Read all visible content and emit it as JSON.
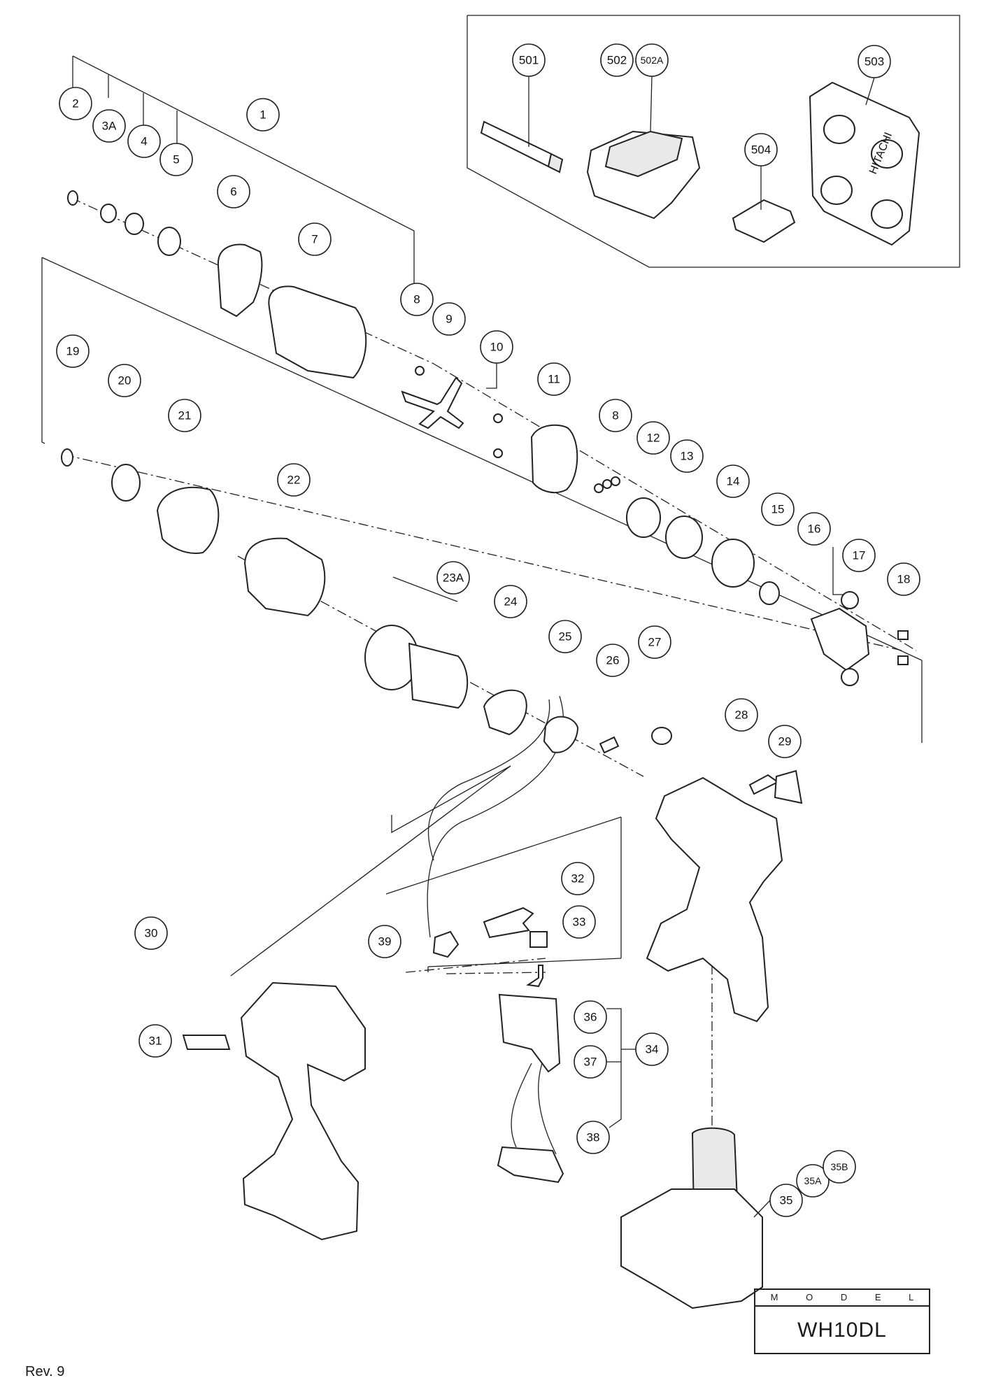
{
  "model_label": "M O D E L",
  "model_name": "WH10DL",
  "revision": "Rev. 9",
  "case_brand": "HITACHI",
  "callouts": [
    {
      "id": "501",
      "label": "501"
    },
    {
      "id": "502",
      "label": "502"
    },
    {
      "id": "502A",
      "label": "502A"
    },
    {
      "id": "503",
      "label": "503"
    },
    {
      "id": "504",
      "label": "504"
    },
    {
      "id": "1",
      "label": "1"
    },
    {
      "id": "2",
      "label": "2"
    },
    {
      "id": "3A",
      "label": "3A"
    },
    {
      "id": "4",
      "label": "4"
    },
    {
      "id": "5",
      "label": "5"
    },
    {
      "id": "6",
      "label": "6"
    },
    {
      "id": "7",
      "label": "7"
    },
    {
      "id": "8a",
      "label": "8"
    },
    {
      "id": "9",
      "label": "9"
    },
    {
      "id": "10",
      "label": "10"
    },
    {
      "id": "11",
      "label": "11"
    },
    {
      "id": "8b",
      "label": "8"
    },
    {
      "id": "12",
      "label": "12"
    },
    {
      "id": "13",
      "label": "13"
    },
    {
      "id": "14",
      "label": "14"
    },
    {
      "id": "15",
      "label": "15"
    },
    {
      "id": "16",
      "label": "16"
    },
    {
      "id": "17",
      "label": "17"
    },
    {
      "id": "18",
      "label": "18"
    },
    {
      "id": "19",
      "label": "19"
    },
    {
      "id": "20",
      "label": "20"
    },
    {
      "id": "21",
      "label": "21"
    },
    {
      "id": "22",
      "label": "22"
    },
    {
      "id": "23A",
      "label": "23A"
    },
    {
      "id": "24",
      "label": "24"
    },
    {
      "id": "25",
      "label": "25"
    },
    {
      "id": "26",
      "label": "26"
    },
    {
      "id": "27",
      "label": "27"
    },
    {
      "id": "28",
      "label": "28"
    },
    {
      "id": "29",
      "label": "29"
    },
    {
      "id": "30",
      "label": "30"
    },
    {
      "id": "31",
      "label": "31"
    },
    {
      "id": "32",
      "label": "32"
    },
    {
      "id": "33",
      "label": "33"
    },
    {
      "id": "39",
      "label": "39"
    },
    {
      "id": "36",
      "label": "36"
    },
    {
      "id": "37",
      "label": "37"
    },
    {
      "id": "34",
      "label": "34"
    },
    {
      "id": "38",
      "label": "38"
    },
    {
      "id": "35",
      "label": "35"
    },
    {
      "id": "35A",
      "label": "35A"
    },
    {
      "id": "35B",
      "label": "35B"
    }
  ]
}
